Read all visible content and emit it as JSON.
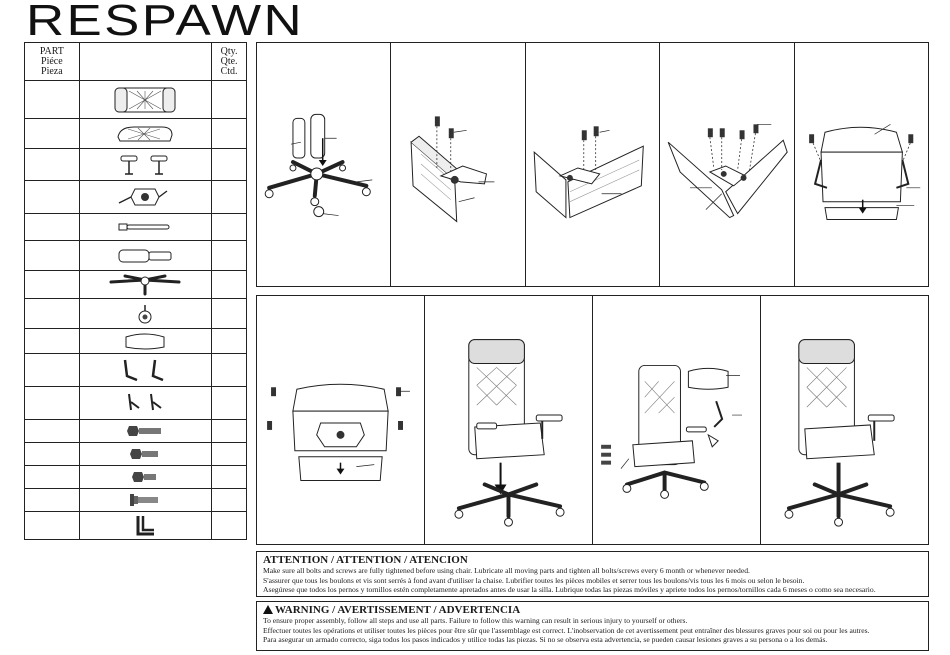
{
  "brand": {
    "logo_text": "RESPAWN"
  },
  "parts_table": {
    "headers": {
      "part": [
        "PART",
        "Piéce",
        "Pieza"
      ],
      "image": "",
      "qty": [
        "Qty.",
        "Qte.",
        "Ctd."
      ]
    },
    "rows": [
      {
        "part": "",
        "icon": "backrest-icon",
        "qty": ""
      },
      {
        "part": "",
        "icon": "seat-cushion-icon",
        "qty": ""
      },
      {
        "part": "",
        "icon": "armrests-icon",
        "qty": ""
      },
      {
        "part": "",
        "icon": "mechanism-plate-icon",
        "qty": ""
      },
      {
        "part": "",
        "icon": "tilt-lever-icon",
        "qty": ""
      },
      {
        "part": "",
        "icon": "gas-cylinder-icon",
        "qty": ""
      },
      {
        "part": "",
        "icon": "star-base-icon",
        "qty": ""
      },
      {
        "part": "",
        "icon": "caster-icon",
        "qty": ""
      },
      {
        "part": "",
        "icon": "headrest-pillow-icon",
        "qty": ""
      },
      {
        "part": "",
        "icon": "side-brackets-icon",
        "qty": ""
      },
      {
        "part": "",
        "icon": "small-brackets-icon",
        "qty": ""
      },
      {
        "part": "",
        "icon": "long-bolt-icon",
        "qty": ""
      },
      {
        "part": "",
        "icon": "medium-bolt-icon",
        "qty": ""
      },
      {
        "part": "",
        "icon": "short-bolt-icon",
        "qty": ""
      },
      {
        "part": "",
        "icon": "washer-bolt-icon",
        "qty": ""
      },
      {
        "part": "",
        "icon": "allen-wrench-icon",
        "qty": ""
      }
    ]
  },
  "steps": [
    {
      "id": 1,
      "illustration": "base-cylinder-caster-assembly"
    },
    {
      "id": 2,
      "illustration": "attach-bracket-to-backrest"
    },
    {
      "id": 3,
      "illustration": "attach-bracket-to-seat"
    },
    {
      "id": 4,
      "illustration": "join-back-and-seat"
    },
    {
      "id": 5,
      "illustration": "attach-armrests"
    },
    {
      "id": 6,
      "illustration": "attach-mechanism-plate"
    },
    {
      "id": 7,
      "illustration": "mount-chair-on-base"
    },
    {
      "id": 8,
      "illustration": "attach-headrest-and-covers"
    },
    {
      "id": 9,
      "illustration": "finished-chair"
    }
  ],
  "attention": {
    "title": "ATTENTION / ATTENTION / ATENCION",
    "lines": [
      "Make sure all bolts and screws are fully tightened before using chair. Lubricate all moving parts and tighten all bolts/screws every 6 month or whenever needed.",
      "S'assurer que tous les boulons et vis sont serrés à fond avant d'utiliser la chaise. Lubrifier toutes les pièces mobiles et serrer tous les boulons/vis tous les 6 mois ou selon le besoin.",
      "Asegúrese que todos los pernos y tornillos estén completamente apretados antes de usar la silla. Lubrique todas las piezas móviles y apriete todos los pernos/tornillos cada 6 meses o como sea necesario."
    ]
  },
  "warning": {
    "title": "WARNING / AVERTISSEMENT / ADVERTENCIA",
    "lines": [
      "To ensure proper assembly, follow all steps and use all parts. Failure to follow this warning can result in serious injury to yourself or others.",
      "Effectuer toutes les opérations et utiliser toutes les pièces pour être sûr que l'assemblage est correct. L'inobservation de cet avertissement peut entraîner des blessures graves pour soi ou pour les autres.",
      "Para asegurar un armado correcto, siga todos los pasos indicados y utilice todas las piezas. Si no se observa esta advertencia, se pueden causar lesiones graves a su persona o a los demás."
    ]
  }
}
